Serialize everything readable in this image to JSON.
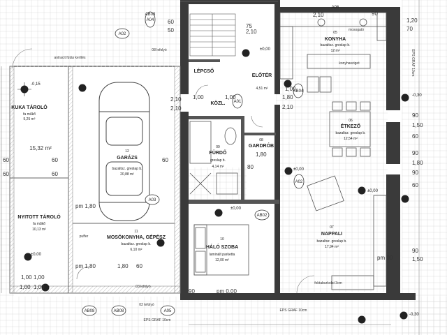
{
  "rooms": [
    {
      "id": "kuka",
      "number": "",
      "name": "KUKA TÁROLÓ",
      "floor": "fa műkő",
      "area": "5,25 m²"
    },
    {
      "id": "garazs",
      "number": "12",
      "name": "GARÁZS",
      "floor": "bazaltsz. greslap b.",
      "area": "20,88 m²"
    },
    {
      "id": "nyitott",
      "number": "",
      "name": "NYITOTT TÁROLÓ",
      "floor": "fa műkő",
      "area": "10,13 m²"
    },
    {
      "id": "mosokonyha",
      "number": "11",
      "name": "MOSÓKONYHA, GÉPÉSZ",
      "floor": "bazaltsz. greslap b.",
      "area": "6,10 m²"
    },
    {
      "id": "lepcso",
      "number": "",
      "name": "LÉPCSŐ",
      "floor": "",
      "area": ""
    },
    {
      "id": "eloter",
      "number": "",
      "name": "ELŐTÉR",
      "floor": "",
      "area": "4,51 m²"
    },
    {
      "id": "kozl",
      "number": "",
      "name": "KÖZL.",
      "floor": "",
      "area": ""
    },
    {
      "id": "furdo",
      "number": "09",
      "name": "FÜRDŐ",
      "floor": "greslap b.",
      "area": "4,14 m²"
    },
    {
      "id": "gardrob",
      "number": "08",
      "name": "GARDRÓB",
      "floor": "",
      "area": ""
    },
    {
      "id": "haloszoba",
      "number": "10",
      "name": "HÁLÓ SZOBA",
      "floor": "laminált parketta",
      "area": "12,00 m²"
    },
    {
      "id": "konyha",
      "number": "05",
      "name": "KONYHA",
      "floor": "bazaltsz. greslap b.",
      "area": "12 m²"
    },
    {
      "id": "etkezo",
      "number": "06",
      "name": "ÉTKEZŐ",
      "floor": "bazaltsz. greslap b.",
      "area": "12,54 m²"
    },
    {
      "id": "nappali",
      "number": "07",
      "name": "NAPPALI",
      "floor": "bazaltsz. greslap b.",
      "area": "17,94 m²"
    }
  ],
  "labels": {
    "area_1532": "15,32 m²",
    "konyhasziget": "konyhasziget",
    "mosogato": "mosogató",
    "faktaburkolat": "foktaburkolat 3cm",
    "eps_1": "EPS GRAF 10cm",
    "eps_2": "EPS GRAF 10cm",
    "eps_3": "EPS GRAF 10cm",
    "antracit": "antracit fútás kerítés",
    "lefolyo_1": "08 lefolyó",
    "lefolyo_2": "03 lefolyó",
    "lefolyo_3": "02 lefolyó",
    "puffer": "puffer",
    "level_1": "±0,00",
    "level_2": "±0,00",
    "level_3": "±0,00",
    "level_4": "±0,00",
    "level_5": "-0,15",
    "level_6": "-0,30",
    "level_7": "-0,30",
    "level_8": "±0,00"
  },
  "dimensions": {
    "top": [
      "60",
      "50",
      "2,10",
      "75",
      "2,10",
      "90",
      "1,20",
      "70"
    ],
    "right": [
      "90",
      "1,50",
      "60",
      "90",
      "1,80",
      "90",
      "60",
      "1,50",
      "90"
    ],
    "left": [
      "60",
      "60",
      "60",
      "60",
      "1,00",
      "1,00"
    ],
    "middle": [
      "1,00",
      "1,00",
      "2,10",
      "2,10",
      "1,00",
      "60",
      "1,80",
      "2,10",
      "80",
      "90",
      "1,80"
    ],
    "bottom": [
      "1,00",
      "1,00",
      "pm 1,80",
      "1,80",
      "60",
      "pm 0,00",
      "pm 1,80",
      "pm 90"
    ]
  },
  "tags": [
    "A02",
    "A03",
    "A04",
    "AB03",
    "AB04",
    "AB08",
    "AB08",
    "AB02",
    "A02",
    "A01",
    "A05",
    "A06"
  ]
}
